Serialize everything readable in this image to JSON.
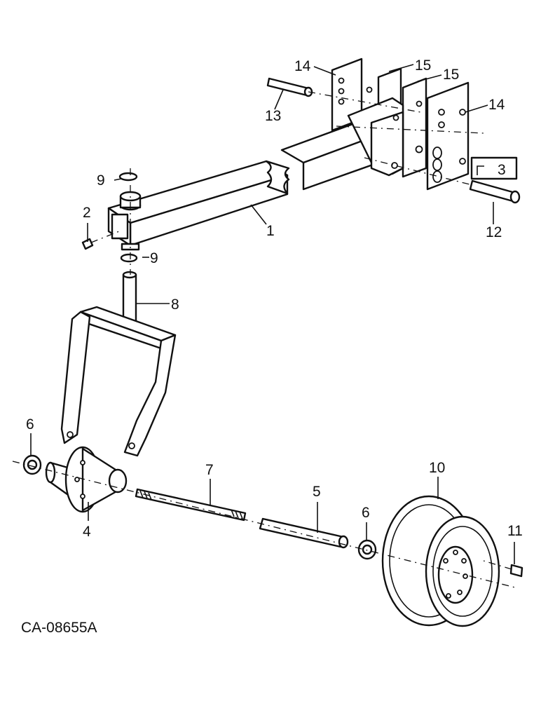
{
  "diagram": {
    "callouts": [
      "1",
      "2",
      "3",
      "4",
      "5",
      "6",
      "6",
      "7",
      "8",
      "9",
      "9",
      "10",
      "11",
      "12",
      "13",
      "14",
      "14",
      "15",
      "15"
    ],
    "drawing_code": "CA-08655A"
  }
}
